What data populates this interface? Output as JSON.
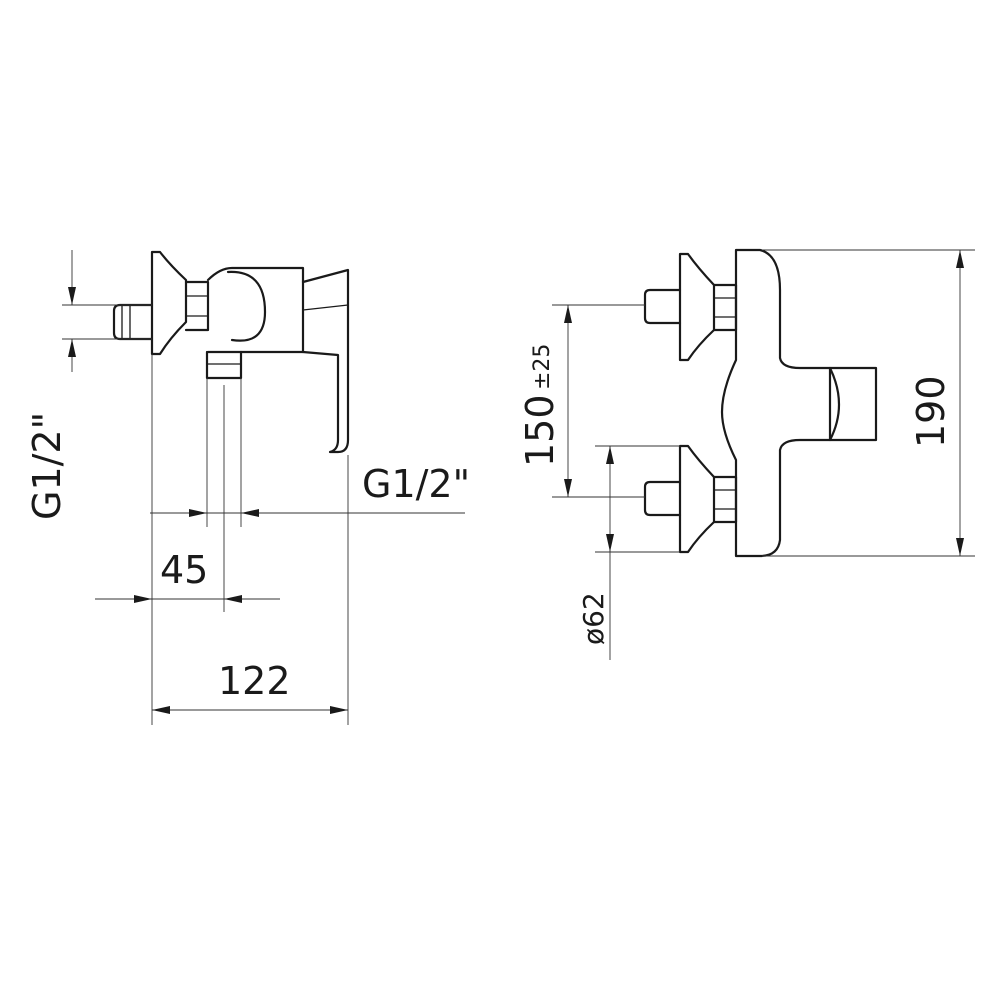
{
  "labels": {
    "inlet_thread_vertical": "G1/2\"",
    "outlet_thread": "G1/2\"",
    "outlet_offset": "45",
    "overall_depth": "122",
    "centre_distance": "150",
    "centre_tolerance": "±25",
    "overall_height": "190",
    "escutcheon_diameter": "ø62"
  },
  "colors": {
    "line": "#1a1a1a",
    "background": "#ffffff"
  }
}
